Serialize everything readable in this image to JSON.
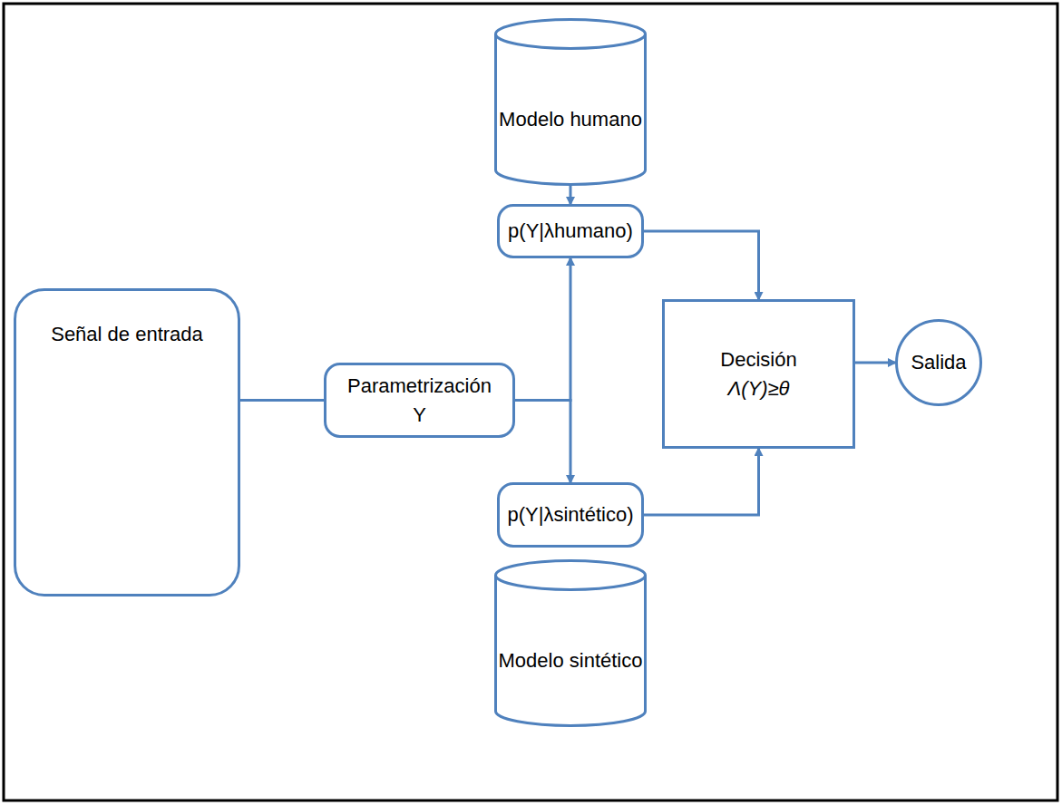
{
  "diagram": {
    "nodes": [
      {
        "text": [
          "Modelo humano"
        ]
      },
      {
        "text": [
          "p(Y|λhumano)"
        ]
      },
      {
        "text": [
          "Señal de entrada"
        ]
      },
      {
        "text": [
          "Parametrización",
          "Y"
        ]
      },
      {
        "text": [
          "Decisión",
          "Λ(Y)≥θ"
        ]
      },
      {
        "text": [
          "Salida"
        ]
      },
      {
        "text": [
          "p(Y|λsintético)"
        ]
      },
      {
        "text": [
          "Modelo sintético"
        ]
      }
    ],
    "edges": [
      {
        "from": 0,
        "to": 1,
        "arrow": "to"
      },
      {
        "from": 2,
        "to": 3,
        "arrow": "none"
      },
      {
        "from": 3,
        "to": 1,
        "arrow": "to"
      },
      {
        "from": 3,
        "to": 6,
        "arrow": "to"
      },
      {
        "from": 1,
        "to": 4,
        "arrow": "to"
      },
      {
        "from": 6,
        "to": 4,
        "arrow": "to"
      },
      {
        "from": 4,
        "to": 5,
        "arrow": "to"
      }
    ]
  }
}
